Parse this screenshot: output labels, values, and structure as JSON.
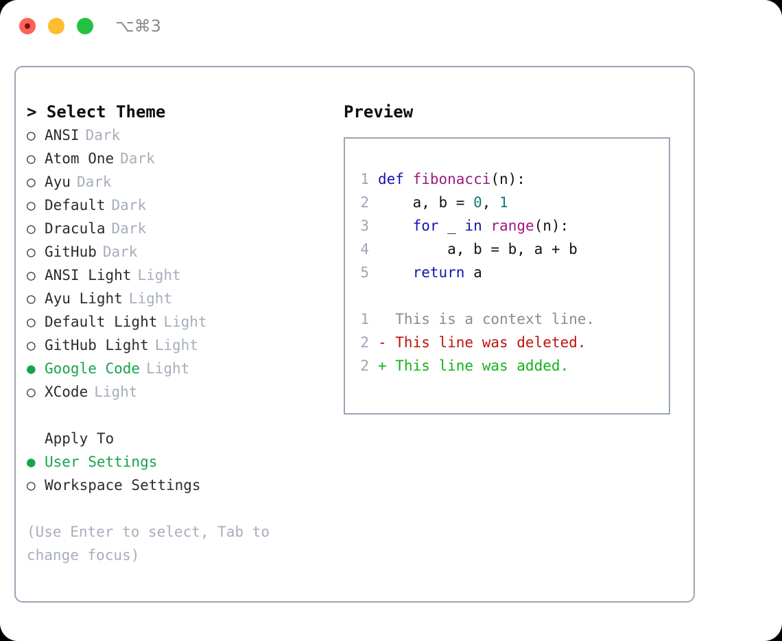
{
  "titlebar": {
    "shortcut": "⌥⌘3",
    "buttons": [
      {
        "name": "close",
        "color": "#ff6058"
      },
      {
        "name": "minimize",
        "color": "#ffbd2e"
      },
      {
        "name": "zoom",
        "color": "#23c13f"
      }
    ]
  },
  "theme_panel": {
    "heading": "> Select Theme",
    "marker_unselected": "○",
    "marker_selected": "●",
    "items": [
      {
        "label": "ANSI",
        "category": "Dark",
        "selected": false
      },
      {
        "label": "Atom One",
        "category": "Dark",
        "selected": false
      },
      {
        "label": "Ayu",
        "category": "Dark",
        "selected": false
      },
      {
        "label": "Default",
        "category": "Dark",
        "selected": false
      },
      {
        "label": "Dracula",
        "category": "Dark",
        "selected": false
      },
      {
        "label": "GitHub",
        "category": "Dark",
        "selected": false
      },
      {
        "label": "ANSI Light",
        "category": "Light",
        "selected": false
      },
      {
        "label": "Ayu Light",
        "category": "Light",
        "selected": false
      },
      {
        "label": "Default Light",
        "category": "Light",
        "selected": false
      },
      {
        "label": "GitHub Light",
        "category": "Light",
        "selected": false
      },
      {
        "label": "Google Code",
        "category": "Light",
        "selected": true
      },
      {
        "label": "XCode",
        "category": "Light",
        "selected": false
      }
    ]
  },
  "apply_to": {
    "heading": "Apply To",
    "items": [
      {
        "label": "User Settings",
        "selected": true
      },
      {
        "label": "Workspace Settings",
        "selected": false
      }
    ]
  },
  "hint": "(Use Enter to select, Tab to change focus)",
  "preview": {
    "heading": "Preview",
    "code_lines": [
      {
        "no": "1",
        "tokens": [
          {
            "t": "def ",
            "c": "kw"
          },
          {
            "t": "fibonacci",
            "c": "fn"
          },
          {
            "t": "(n):",
            "c": "pl"
          }
        ]
      },
      {
        "no": "2",
        "tokens": [
          {
            "t": "    a, b = ",
            "c": "pl"
          },
          {
            "t": "0",
            "c": "num"
          },
          {
            "t": ", ",
            "c": "pl"
          },
          {
            "t": "1",
            "c": "num"
          }
        ]
      },
      {
        "no": "3",
        "tokens": [
          {
            "t": "    ",
            "c": "pl"
          },
          {
            "t": "for",
            "c": "kw"
          },
          {
            "t": " _ ",
            "c": "pl"
          },
          {
            "t": "in",
            "c": "kw"
          },
          {
            "t": " ",
            "c": "pl"
          },
          {
            "t": "range",
            "c": "fn"
          },
          {
            "t": "(n):",
            "c": "pl"
          }
        ]
      },
      {
        "no": "4",
        "tokens": [
          {
            "t": "        a, b = b, a + b",
            "c": "pl"
          }
        ]
      },
      {
        "no": "5",
        "tokens": [
          {
            "t": "    ",
            "c": "pl"
          },
          {
            "t": "return",
            "c": "kw"
          },
          {
            "t": " a",
            "c": "pl"
          }
        ]
      }
    ],
    "diff_lines": [
      {
        "no": "1",
        "text": "  This is a context line.",
        "kind": "ctx"
      },
      {
        "no": "2",
        "text": "- This line was deleted.",
        "kind": "del"
      },
      {
        "no": "2",
        "text": "+ This line was added.",
        "kind": "add"
      }
    ]
  },
  "colors": {
    "selected_green": "#16a34a",
    "muted": "#a6aebb",
    "border": "#9aa5b4",
    "keyword": "#1414a8",
    "function": "#9c1a7d",
    "number": "#0b7a75",
    "plain": "#111111",
    "diff_context": "#8b8b8b",
    "diff_deleted": "#c0120c",
    "diff_added": "#12b317"
  }
}
